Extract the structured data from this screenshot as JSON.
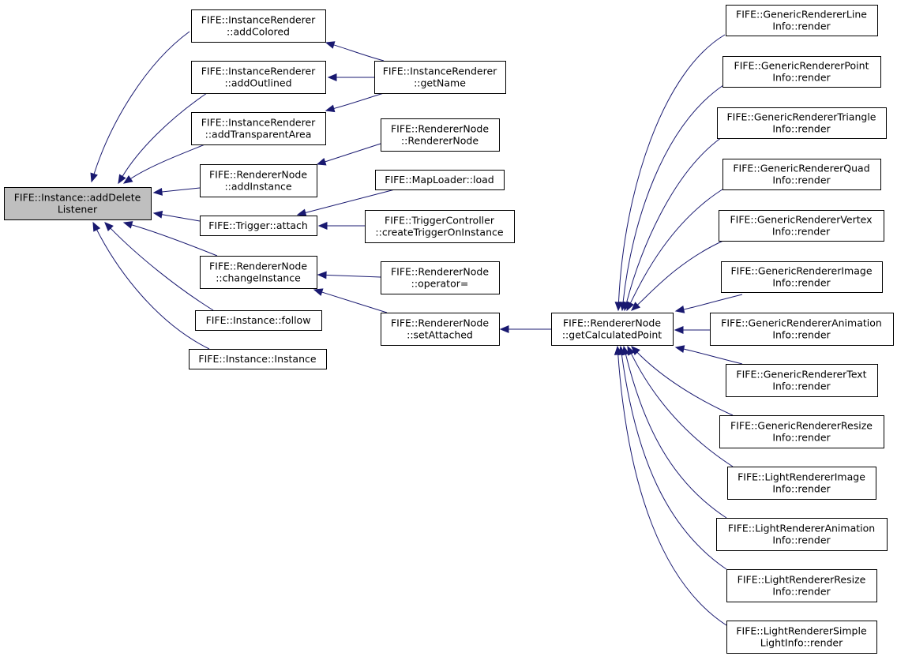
{
  "colors": {
    "edge": "#191970",
    "root_fill": "#bfbfbf",
    "node_fill": "#ffffff",
    "border": "#000000"
  },
  "nodes": [
    {
      "id": "root",
      "lines": [
        "FIFE::Instance::addDelete",
        "Listener"
      ]
    },
    {
      "id": "addColored",
      "lines": [
        "FIFE::InstanceRenderer",
        "::addColored"
      ]
    },
    {
      "id": "addOutlined",
      "lines": [
        "FIFE::InstanceRenderer",
        "::addOutlined"
      ]
    },
    {
      "id": "addTransparentArea",
      "lines": [
        "FIFE::InstanceRenderer",
        "::addTransparentArea"
      ]
    },
    {
      "id": "addInstance",
      "lines": [
        "FIFE::RendererNode",
        "::addInstance"
      ]
    },
    {
      "id": "triggerAttach",
      "lines": [
        "FIFE::Trigger::attach"
      ]
    },
    {
      "id": "changeInstance",
      "lines": [
        "FIFE::RendererNode",
        "::changeInstance"
      ]
    },
    {
      "id": "follow",
      "lines": [
        "FIFE::Instance::follow"
      ]
    },
    {
      "id": "instance",
      "lines": [
        "FIFE::Instance::Instance"
      ]
    },
    {
      "id": "getName",
      "lines": [
        "FIFE::InstanceRenderer",
        "::getName"
      ]
    },
    {
      "id": "rendererNodeCtor",
      "lines": [
        "FIFE::RendererNode",
        "::RendererNode"
      ]
    },
    {
      "id": "mapLoaderLoad",
      "lines": [
        "FIFE::MapLoader::load"
      ]
    },
    {
      "id": "createTrigger",
      "lines": [
        "FIFE::TriggerController",
        "::createTriggerOnInstance"
      ]
    },
    {
      "id": "operatorAssign",
      "lines": [
        "FIFE::RendererNode",
        "::operator="
      ]
    },
    {
      "id": "setAttached",
      "lines": [
        "FIFE::RendererNode",
        "::setAttached"
      ]
    },
    {
      "id": "getCalculatedPoint",
      "lines": [
        "FIFE::RendererNode",
        "::getCalculatedPoint"
      ]
    },
    {
      "id": "lineRender",
      "lines": [
        "FIFE::GenericRendererLine",
        "Info::render"
      ]
    },
    {
      "id": "pointRender",
      "lines": [
        "FIFE::GenericRendererPoint",
        "Info::render"
      ]
    },
    {
      "id": "triangleRender",
      "lines": [
        "FIFE::GenericRendererTriangle",
        "Info::render"
      ]
    },
    {
      "id": "quadRender",
      "lines": [
        "FIFE::GenericRendererQuad",
        "Info::render"
      ]
    },
    {
      "id": "vertexRender",
      "lines": [
        "FIFE::GenericRendererVertex",
        "Info::render"
      ]
    },
    {
      "id": "imageRender",
      "lines": [
        "FIFE::GenericRendererImage",
        "Info::render"
      ]
    },
    {
      "id": "animationRender",
      "lines": [
        "FIFE::GenericRendererAnimation",
        "Info::render"
      ]
    },
    {
      "id": "textRender",
      "lines": [
        "FIFE::GenericRendererText",
        "Info::render"
      ]
    },
    {
      "id": "resizeRender",
      "lines": [
        "FIFE::GenericRendererResize",
        "Info::render"
      ]
    },
    {
      "id": "lightImageRender",
      "lines": [
        "FIFE::LightRendererImage",
        "Info::render"
      ]
    },
    {
      "id": "lightAnimationRender",
      "lines": [
        "FIFE::LightRendererAnimation",
        "Info::render"
      ]
    },
    {
      "id": "lightResizeRender",
      "lines": [
        "FIFE::LightRendererResize",
        "Info::render"
      ]
    },
    {
      "id": "lightSimpleRender",
      "lines": [
        "FIFE::LightRendererSimple",
        "LightInfo::render"
      ]
    }
  ],
  "edges": [
    {
      "from": "addColored",
      "to": "root"
    },
    {
      "from": "addOutlined",
      "to": "root"
    },
    {
      "from": "addTransparentArea",
      "to": "root"
    },
    {
      "from": "addInstance",
      "to": "root"
    },
    {
      "from": "triggerAttach",
      "to": "root"
    },
    {
      "from": "changeInstance",
      "to": "root"
    },
    {
      "from": "follow",
      "to": "root"
    },
    {
      "from": "instance",
      "to": "root"
    },
    {
      "from": "getName",
      "to": "addColored"
    },
    {
      "from": "getName",
      "to": "addOutlined"
    },
    {
      "from": "getName",
      "to": "addTransparentArea"
    },
    {
      "from": "rendererNodeCtor",
      "to": "addInstance"
    },
    {
      "from": "mapLoaderLoad",
      "to": "triggerAttach"
    },
    {
      "from": "createTrigger",
      "to": "triggerAttach"
    },
    {
      "from": "operatorAssign",
      "to": "changeInstance"
    },
    {
      "from": "setAttached",
      "to": "changeInstance"
    },
    {
      "from": "getCalculatedPoint",
      "to": "setAttached"
    },
    {
      "from": "lineRender",
      "to": "getCalculatedPoint"
    },
    {
      "from": "pointRender",
      "to": "getCalculatedPoint"
    },
    {
      "from": "triangleRender",
      "to": "getCalculatedPoint"
    },
    {
      "from": "quadRender",
      "to": "getCalculatedPoint"
    },
    {
      "from": "vertexRender",
      "to": "getCalculatedPoint"
    },
    {
      "from": "imageRender",
      "to": "getCalculatedPoint"
    },
    {
      "from": "animationRender",
      "to": "getCalculatedPoint"
    },
    {
      "from": "textRender",
      "to": "getCalculatedPoint"
    },
    {
      "from": "resizeRender",
      "to": "getCalculatedPoint"
    },
    {
      "from": "lightImageRender",
      "to": "getCalculatedPoint"
    },
    {
      "from": "lightAnimationRender",
      "to": "getCalculatedPoint"
    },
    {
      "from": "lightResizeRender",
      "to": "getCalculatedPoint"
    },
    {
      "from": "lightSimpleRender",
      "to": "getCalculatedPoint"
    }
  ]
}
